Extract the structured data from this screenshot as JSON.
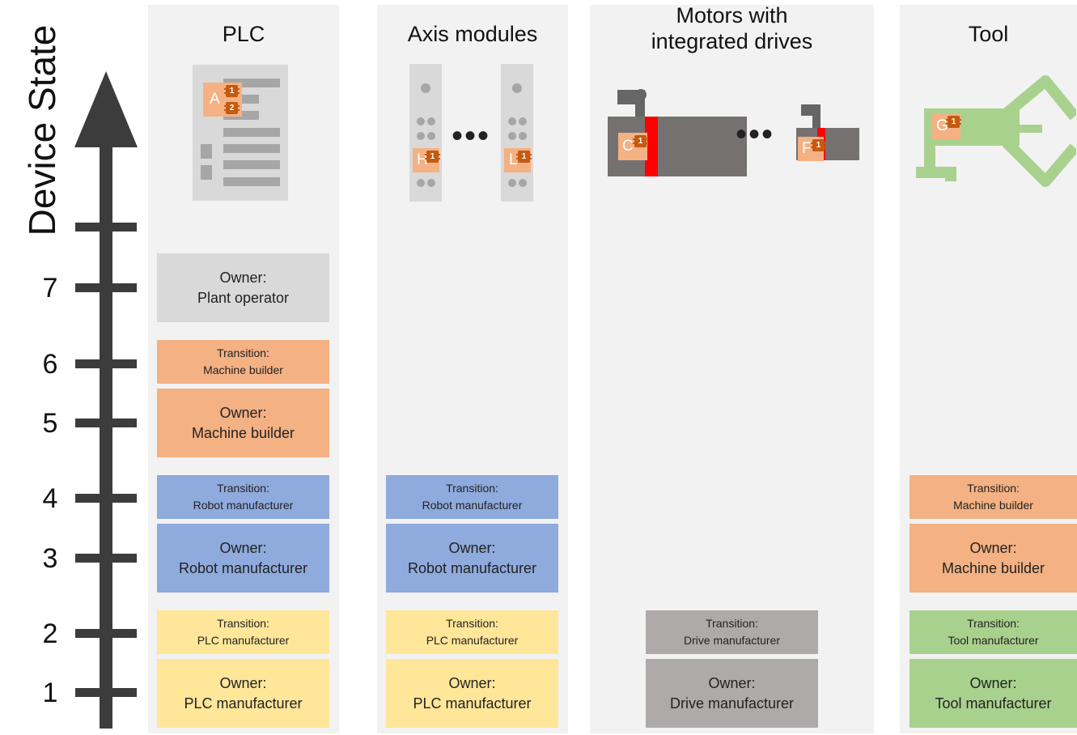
{
  "axis": {
    "title": "Device State",
    "ticks": [
      "7",
      "6",
      "5",
      "4",
      "3",
      "2",
      "1"
    ]
  },
  "columns": {
    "plc": {
      "title": "PLC",
      "modules": {
        "a": "A",
        "a_chip1": "1",
        "a_chip2": "2"
      },
      "boxes": {
        "owner_plant": {
          "l1": "Owner:",
          "l2": "Plant operator"
        },
        "trans_machine": {
          "l1": "Transition:",
          "l2": "Machine builder"
        },
        "owner_machine": {
          "l1": "Owner:",
          "l2": "Machine builder"
        },
        "trans_robot": {
          "l1": "Transition:",
          "l2": "Robot manufacturer"
        },
        "owner_robot": {
          "l1": "Owner:",
          "l2": "Robot manufacturer"
        },
        "trans_plc": {
          "l1": "Transition:",
          "l2": "PLC manufacturer"
        },
        "owner_plc": {
          "l1": "Owner:",
          "l2": "PLC manufacturer"
        }
      }
    },
    "axis_modules": {
      "title": "Axis modules",
      "modules": {
        "h": "H",
        "h_chip": "1",
        "l": "L",
        "l_chip": "1"
      },
      "boxes": {
        "trans_robot": {
          "l1": "Transition:",
          "l2": "Robot manufacturer"
        },
        "owner_robot": {
          "l1": "Owner:",
          "l2": "Robot manufacturer"
        },
        "trans_plc": {
          "l1": "Transition:",
          "l2": "PLC manufacturer"
        },
        "owner_plc": {
          "l1": "Owner:",
          "l2": "PLC manufacturer"
        }
      }
    },
    "motors": {
      "title_l1": "Motors with",
      "title_l2": "integrated drives",
      "modules": {
        "c": "C",
        "c_chip": "1",
        "f": "F",
        "f_chip": "1"
      },
      "boxes": {
        "trans_drive": {
          "l1": "Transition:",
          "l2": "Drive manufacturer"
        },
        "owner_drive": {
          "l1": "Owner:",
          "l2": "Drive manufacturer"
        }
      }
    },
    "tool": {
      "title": "Tool",
      "modules": {
        "g": "G",
        "g_chip": "1"
      },
      "boxes": {
        "trans_machine": {
          "l1": "Transition:",
          "l2": "Machine builder"
        },
        "owner_machine": {
          "l1": "Owner:",
          "l2": "Machine builder"
        },
        "trans_tool": {
          "l1": "Transition:",
          "l2": "Tool manufacturer"
        },
        "owner_tool": {
          "l1": "Owner:",
          "l2": "Tool manufacturer"
        }
      }
    }
  },
  "colors": {
    "plc_manufacturer": "#ffe699",
    "robot_manufacturer": "#8faadc",
    "machine_builder": "#f4b183",
    "plant_operator": "#d9d9d9",
    "drive_manufacturer": "#aeaaaa",
    "tool_manufacturer": "#a9d18e",
    "drive_band": "#ff0000",
    "chip": "#c55a11",
    "axis_arrow": "#3c3c3c",
    "column_bg": "#f2f2f2"
  }
}
